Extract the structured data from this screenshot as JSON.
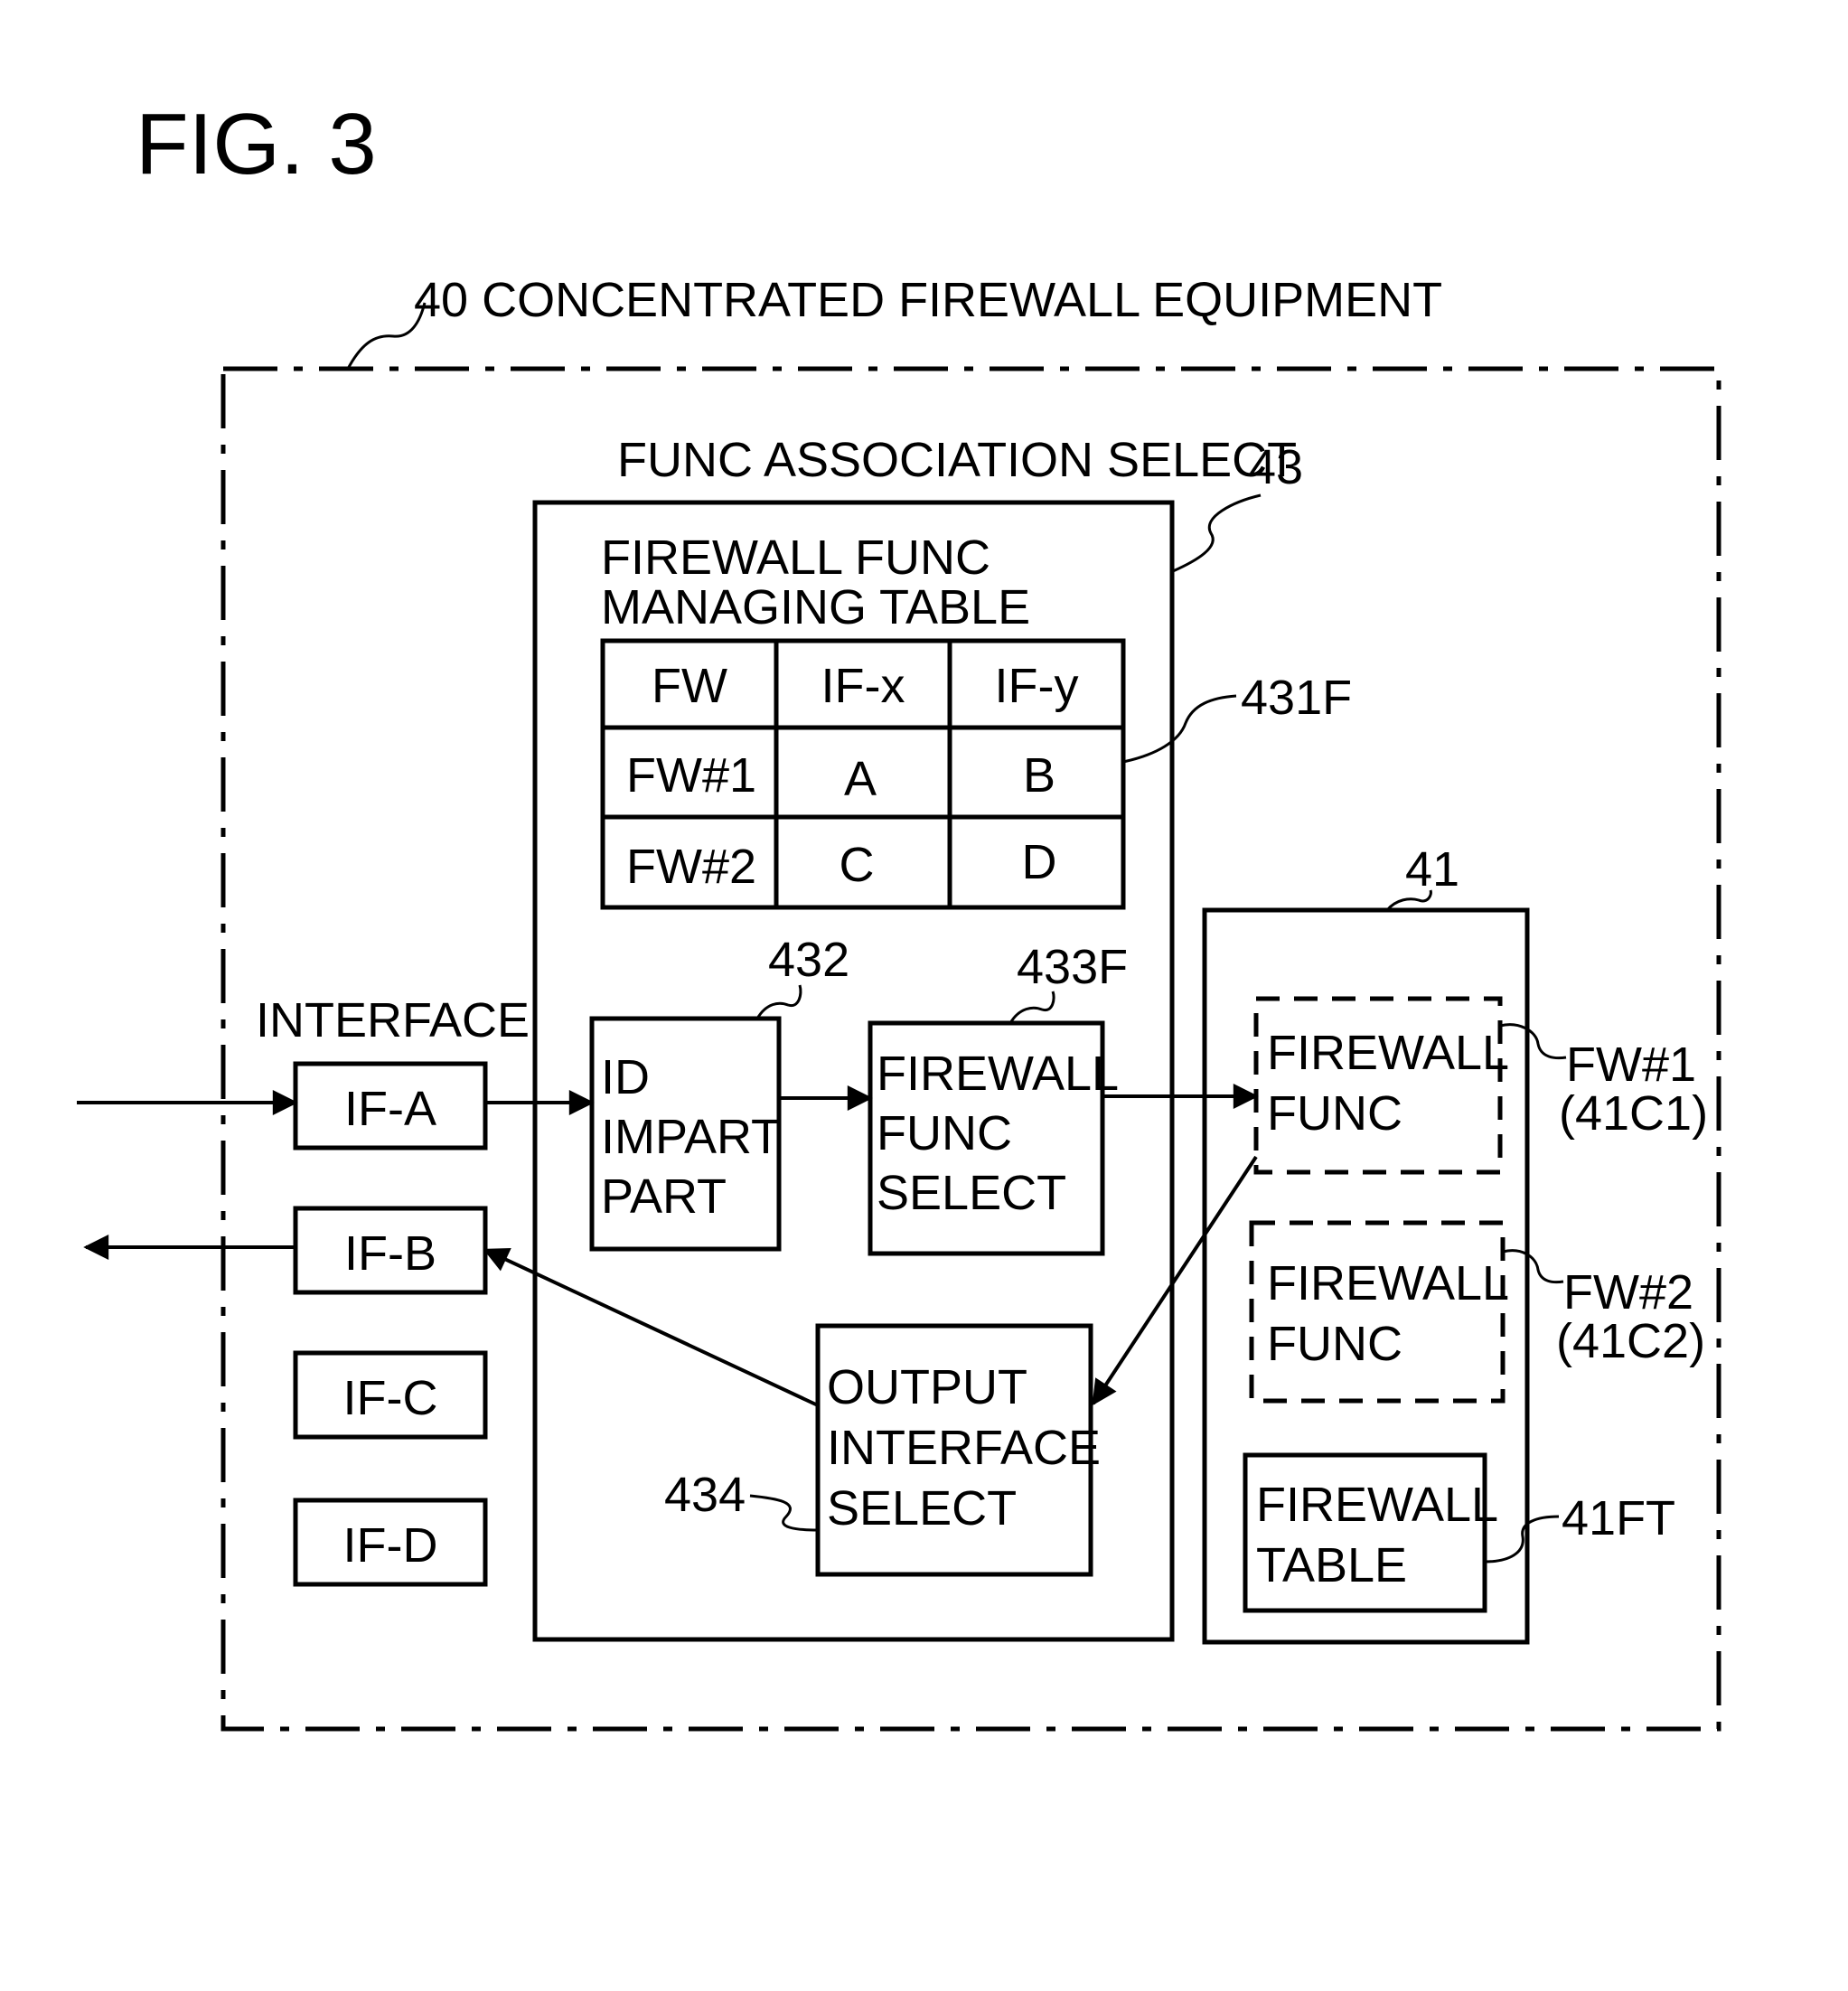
{
  "figure": {
    "title": "FIG. 3"
  },
  "equipment": {
    "label": "40 CONCENTRATED FIREWALL EQUIPMENT"
  },
  "func_association": {
    "label": "FUNC ASSOCIATION SELECT",
    "ref": "43"
  },
  "managing_table": {
    "title_line1": "FIREWALL FUNC",
    "title_line2": "MANAGING TABLE",
    "ref": "431F",
    "headers": [
      "FW",
      "IF-x",
      "IF-y"
    ],
    "rows": [
      [
        "FW#1",
        "A",
        "B"
      ],
      [
        "FW#2",
        "C",
        "D"
      ]
    ]
  },
  "id_impart": {
    "lines": [
      "ID",
      "IMPART",
      "PART"
    ],
    "ref": "432"
  },
  "fw_func_select": {
    "lines": [
      "FIREWALL",
      "FUNC",
      "SELECT"
    ],
    "ref": "433F"
  },
  "output_select": {
    "lines": [
      "OUTPUT",
      "INTERFACE",
      "SELECT"
    ],
    "ref": "434"
  },
  "interface": {
    "label": "INTERFACE",
    "items": [
      "IF-A",
      "IF-B",
      "IF-C",
      "IF-D"
    ]
  },
  "firewall_unit": {
    "ref": "41",
    "func1": {
      "lines": [
        "FIREWALL",
        "FUNC"
      ],
      "ref_line1": "FW#1",
      "ref_line2": "(41C1)"
    },
    "func2": {
      "lines": [
        "FIREWALL",
        "FUNC"
      ],
      "ref_line1": "FW#2",
      "ref_line2": "(41C2)"
    },
    "table": {
      "lines": [
        "FIREWALL",
        "TABLE"
      ],
      "ref": "41FT"
    }
  },
  "colors": {
    "ink": "#000000",
    "paper": "#ffffff"
  }
}
